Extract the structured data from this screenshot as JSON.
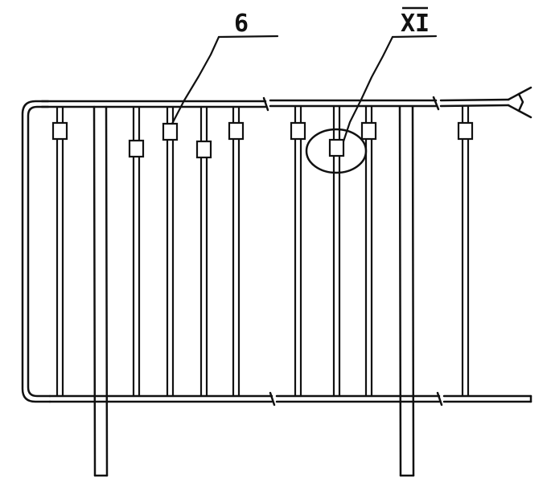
{
  "callouts": [
    {
      "id": "callout-6",
      "text": "6"
    },
    {
      "id": "callout-xi",
      "text": "XI"
    }
  ],
  "colors": {
    "ink": "#111111",
    "paper": "#ffffff"
  }
}
